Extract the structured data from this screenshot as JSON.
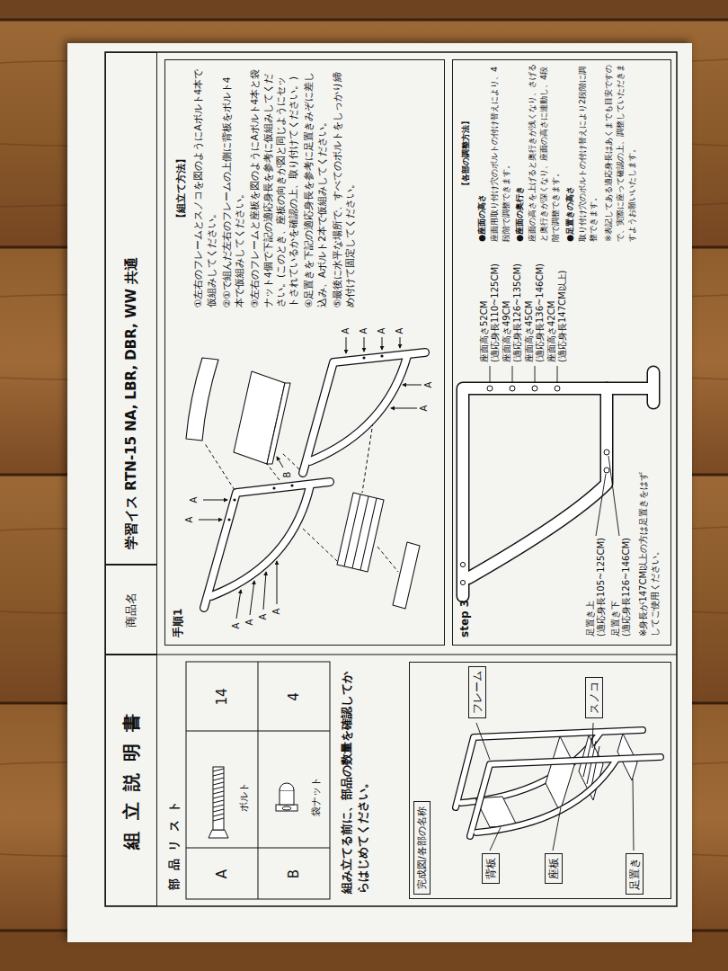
{
  "diagram": {
    "nodes": [
      {
        "text": [
          "組 立 説 明 書"
        ]
      },
      {
        "text": [
          "商品名"
        ]
      },
      {
        "text": [
          "学習イス RTN-15 NA, LBR, DBR, WW 共通"
        ]
      },
      {
        "text": [
          "手順1",
          "【組立て方法】",
          "①左右のフレームとスノコを図のようにAボルト4本で仮組みしてください。",
          "②①で組んだ左右のフレームの上側に背板をボルト4本で仮組みしてください。",
          "③左右のフレームと座板を図のようにAボルト4本と袋ナット4個で下記の適応身長を参考に仮組みしてください。(このとき、座板の向きが図と同じようにセットされているかを確認の上、取り付けてください。)",
          "④足置きを下記の適応身長を参考に足置きみぞに差し込み、Aボルト2本で仮組みしてください。",
          "⑤最後に水平な場所で、すべてのボルトをしっかり締め付けて固定してください。"
        ]
      },
      {
        "text": [
          "step 3",
          "【各部の調整方法】",
          "●座面の高さ",
          "座面用取り付け穴のボルトの付け替えにより、4段階で調整できます。",
          "●座面の奥行き",
          "座面の高さを上げると奥行きが浅くなり、さげると奥行きが深くなり、座面の高さに連動し、4段階で調整できます。",
          "●足置きの高さ",
          "取り付け穴のボルトの付け替えにより2段階に調整できます。",
          "※表記してある適応身長はあくまでも目安ですので、実際に座って確認の上、調整していただきますようお願いいたします。"
        ]
      },
      {
        "text": [
          "完成図/各部の名称"
        ]
      },
      {
        "text": [
          "背板"
        ],
        "in": 5
      },
      {
        "text": [
          "座板"
        ],
        "in": 5
      },
      {
        "text": [
          "足置き"
        ],
        "in": 5
      },
      {
        "text": [
          "フレーム"
        ],
        "in": 5
      },
      {
        "text": [
          "スノコ"
        ],
        "in": 5
      }
    ],
    "labels": [
      "部 品 リ ス ト",
      "A",
      "ボルト",
      "14",
      "B",
      "袋ナット",
      "4",
      "組み立てる前に、部品の数量を確認してからはじめてください。",
      "A",
      "A",
      "A",
      "A",
      "A",
      "A",
      "A",
      "A",
      "A",
      "A",
      "A",
      "A",
      "B",
      "座面高さ52CM",
      "(適応身長110~125CM)",
      "座面高さ49CM",
      "(適応身長126~135CM)",
      "座面高さ45CM",
      "(適応身長136~146CM)",
      "座面高さ42CM",
      "(適応身長147CM以上)",
      "足置き上",
      "(適応身長105~125CM)",
      "足置き下",
      "(適応身長126~146CM)",
      "※身長が147CM以上の方は足置きをはずしてご使用ください。"
    ]
  }
}
